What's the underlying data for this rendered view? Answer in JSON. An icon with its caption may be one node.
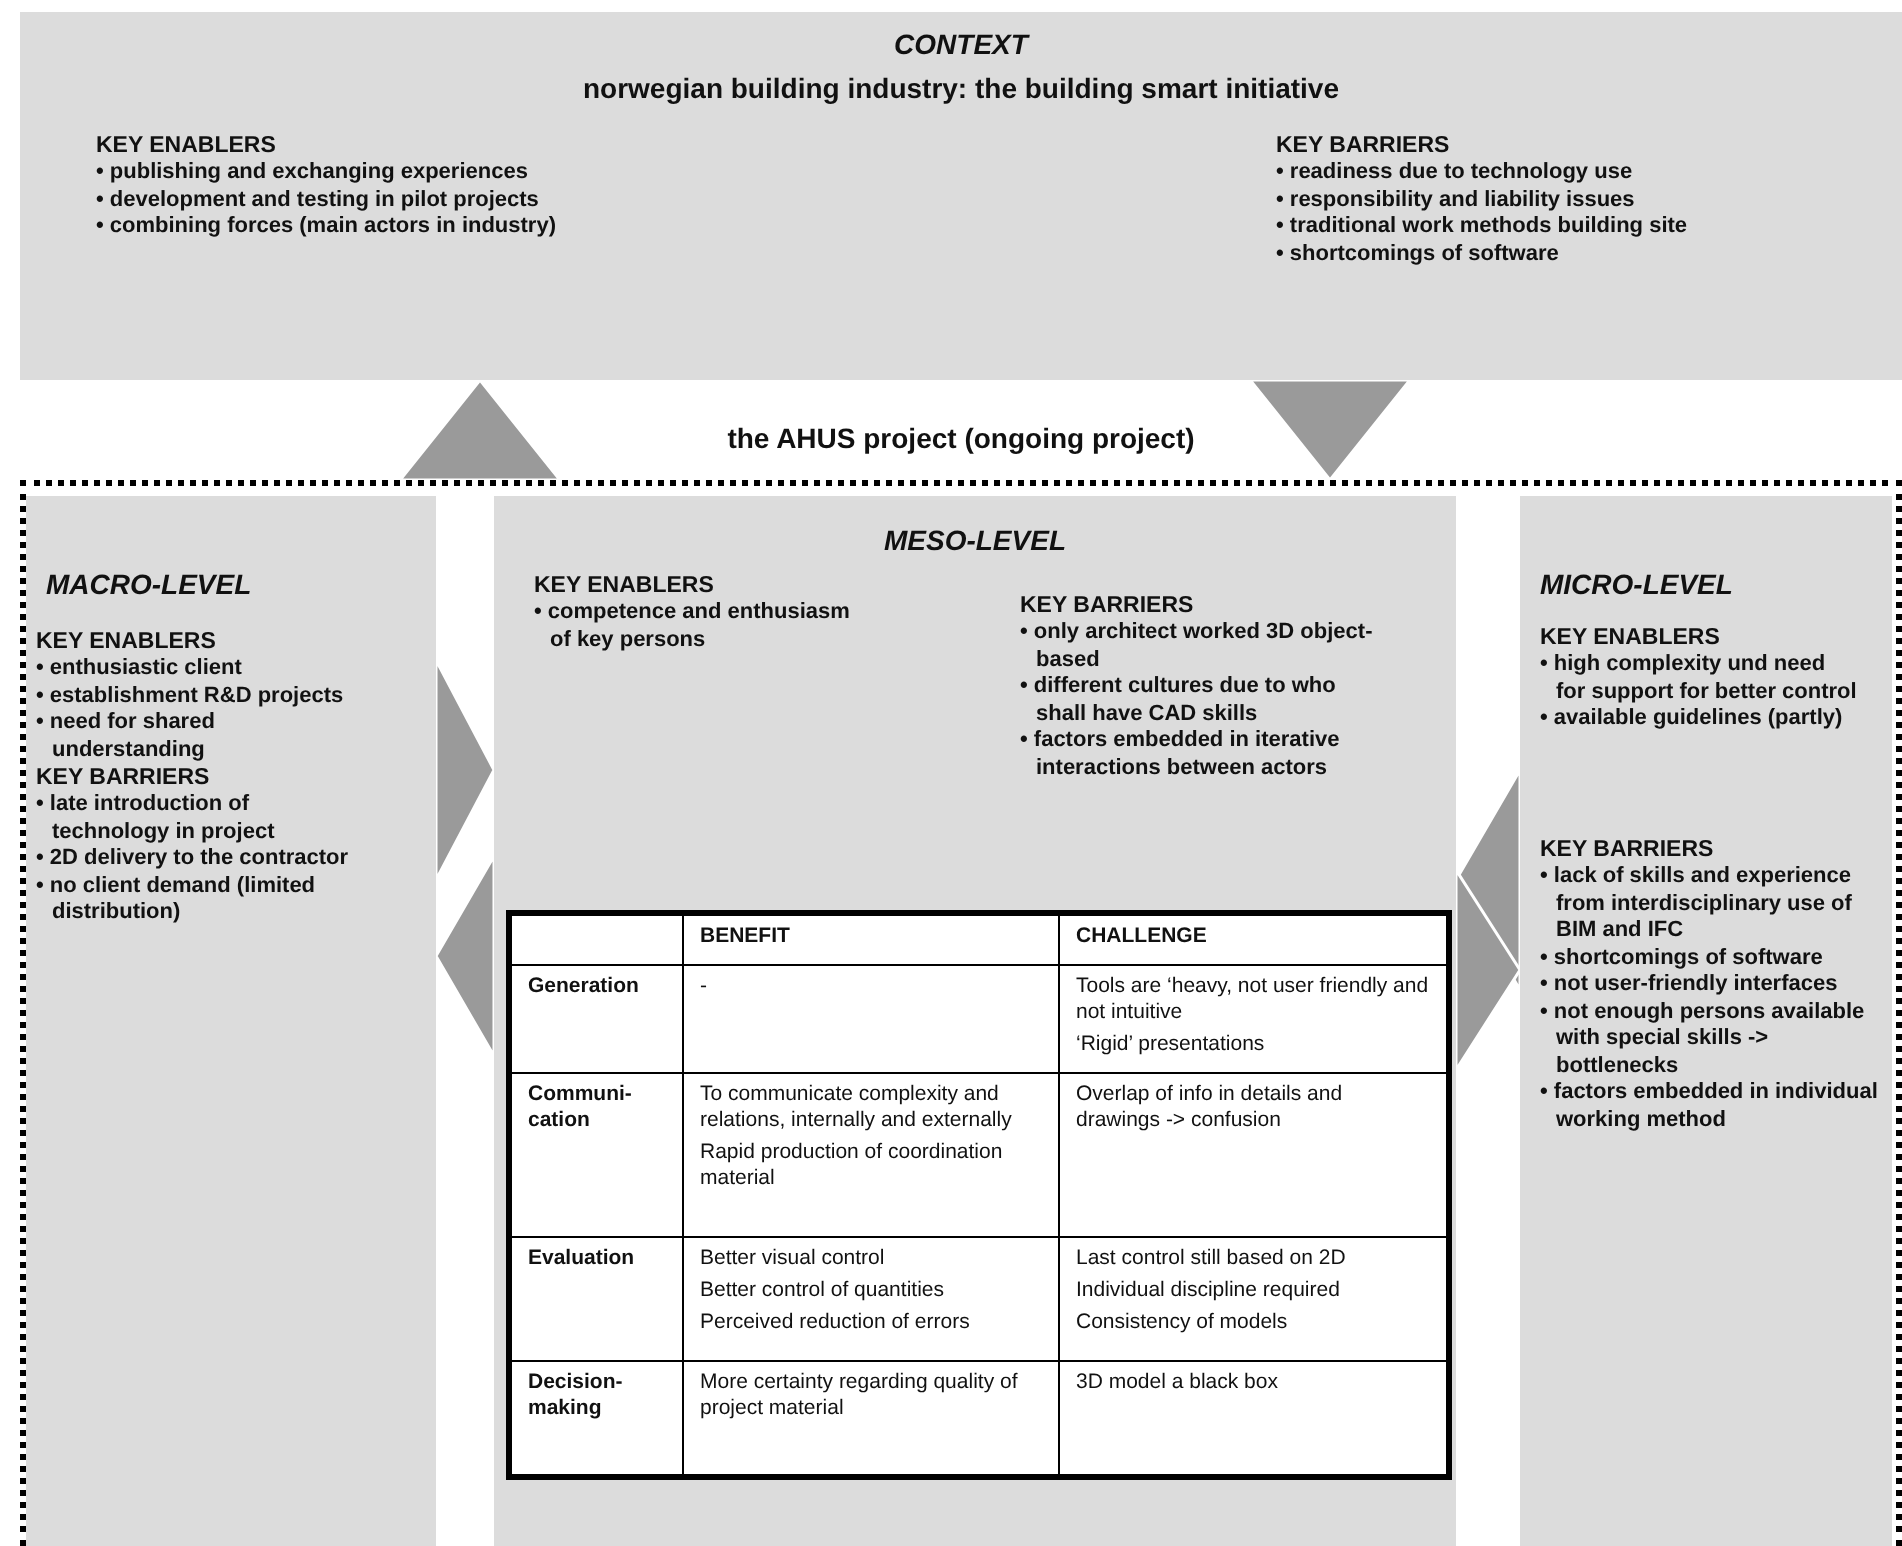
{
  "diagram": {
    "nodes": [
      {
        "text": [
          "CONTEXT",
          "norwegian building industry: the building smart initiative",
          "KEY ENABLERS",
          "• publishing and exchanging experiences",
          "• development and testing in pilot projects",
          "• combining forces (main actors in industry)",
          "KEY BARRIERS",
          "• readiness due to technology use",
          "• responsibility and liability issues",
          "• traditional work methods building site",
          "• shortcomings of software"
        ]
      },
      {
        "text": [
          "the AHUS project (ongoing project)"
        ]
      },
      {
        "text": [
          "MACRO-LEVEL",
          "KEY ENABLERS",
          "• enthusiastic client",
          "• establishment R&D projects",
          "• need for shared understanding",
          "KEY BARRIERS",
          "• late introduction of technology in project",
          "• 2D delivery to the contractor",
          "• no client demand (limited distribution)"
        ],
        "in": 1
      },
      {
        "text": [
          "MESO-LEVEL",
          "KEY ENABLERS",
          "• competence and enthusiasm of key persons",
          "KEY BARRIERS",
          "• only architect worked 3D object-based",
          "• different cultures due to who shall have CAD skills",
          "• factors embedded in iterative interactions between actors"
        ],
        "in": 1
      },
      {
        "text": [
          "MICRO-LEVEL",
          "KEY ENABLERS",
          "• high complexity und need for support for better control",
          "• available guidelines (partly)",
          "KEY BARRIERS",
          "• lack of skills and experience from interdisciplinary use of BIM and IFC",
          "• shortcomings of software",
          "• not user-friendly interfaces",
          "• not enough persons available with special skills -> bottlenecks",
          "• factors embedded in individual working method"
        ],
        "in": 1
      }
    ],
    "edges": [
      {
        "from": 1,
        "to": 0,
        "arrow": "to"
      },
      {
        "from": 0,
        "to": 1,
        "arrow": "to"
      },
      {
        "from": 2,
        "to": 3,
        "arrow": "to"
      },
      {
        "from": 3,
        "to": 2,
        "arrow": "to"
      },
      {
        "from": 4,
        "to": 3,
        "arrow": "to"
      },
      {
        "from": 3,
        "to": 4,
        "arrow": "to"
      }
    ],
    "labels": [
      "BENEFIT",
      "CHALLENGE",
      "Generation",
      "-",
      "Tools are ‘heavy, not user friendly and not intuitive",
      "‘Rigid’ presentations",
      "Communi- cation",
      "To communicate complexity and relations, internally and externally",
      "Rapid production of coordination material",
      "Overlap of info in details and drawings -> confusion",
      "Evaluation",
      "Better visual control",
      "Better control of quantities",
      "Perceived reduction of errors",
      "Last control still based on 2D",
      "Individual discipline required",
      "Consistency of models",
      "Decision- making",
      "More certainty regarding quality of project material",
      "3D model a black box"
    ]
  }
}
